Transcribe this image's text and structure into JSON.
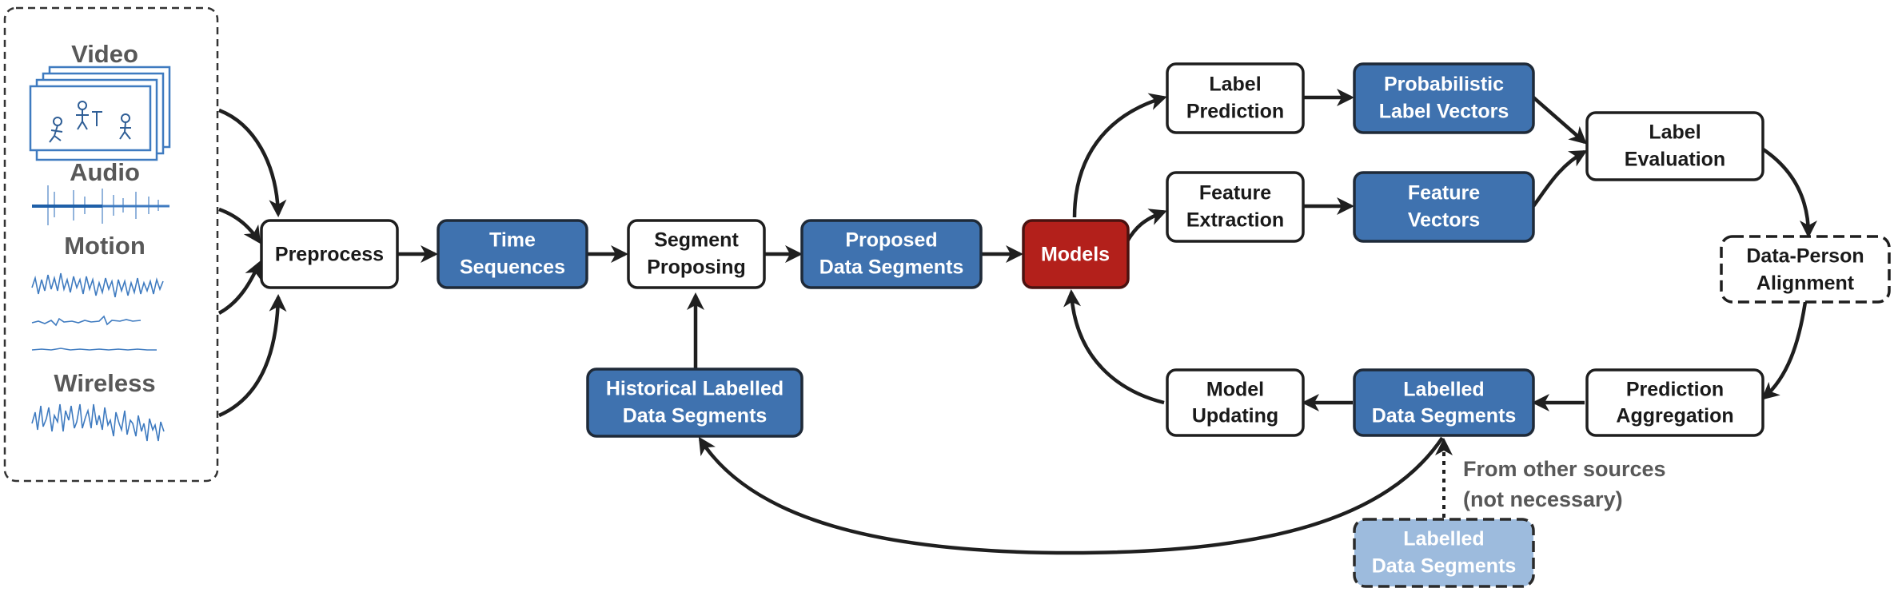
{
  "sources": {
    "video": "Video",
    "audio": "Audio",
    "motion": "Motion",
    "wireless": "Wireless"
  },
  "nodes": {
    "preprocess": [
      "Preprocess"
    ],
    "time_sequences": [
      "Time",
      "Sequences"
    ],
    "segment_proposing": [
      "Segment",
      "Proposing"
    ],
    "proposed_data_segments": [
      "Proposed",
      "Data Segments"
    ],
    "models": [
      "Models"
    ],
    "label_prediction": [
      "Label",
      "Prediction"
    ],
    "probabilistic_label_vectors": [
      "Probabilistic",
      "Label Vectors"
    ],
    "feature_extraction": [
      "Feature",
      "Extraction"
    ],
    "feature_vectors": [
      "Feature",
      "Vectors"
    ],
    "label_evaluation": [
      "Label",
      "Evaluation"
    ],
    "data_person_alignment": [
      "Data-Person",
      "Alignment"
    ],
    "prediction_aggregation": [
      "Prediction",
      "Aggregation"
    ],
    "labelled_data_segments": [
      "Labelled",
      "Data Segments"
    ],
    "model_updating": [
      "Model",
      "Updating"
    ],
    "historical_labelled_data_segments": [
      "Historical Labelled",
      "Data Segments"
    ],
    "external_labelled_data_segments": [
      "Labelled",
      "Data Segments"
    ]
  },
  "note": [
    "From other sources",
    "(not necessary)"
  ],
  "colors": {
    "blue_box": "#3f72af",
    "red_box": "#b3201b",
    "light_blue_box": "#9dbbdd",
    "waveform": "#3f7bc0",
    "source_text": "#585858"
  },
  "icons": [
    "video-frames-icon",
    "audio-waveform-icon",
    "motion-waveform-icon",
    "wireless-waveform-icon"
  ]
}
